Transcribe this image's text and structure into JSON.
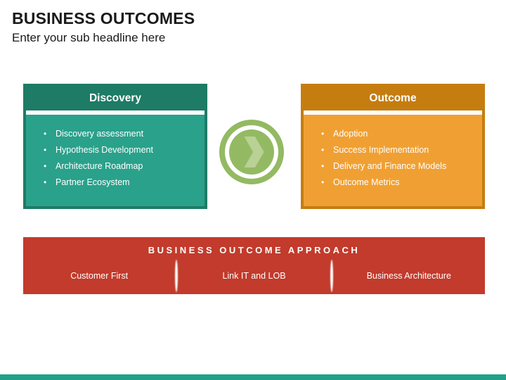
{
  "header": {
    "title": "BUSINESS OUTCOMES",
    "subtitle": "Enter your sub headline here"
  },
  "cards": {
    "discovery": {
      "title": "Discovery",
      "items": [
        "Discovery assessment",
        "Hypothesis Development",
        "Architecture Roadmap",
        "Partner Ecosystem"
      ],
      "header_color": "#1e7b66",
      "body_color": "#2aa18b"
    },
    "outcome": {
      "title": "Outcome",
      "items": [
        "Adoption",
        "Success Implementation",
        "Delivery and Finance Models",
        "Outcome Metrics"
      ],
      "header_color": "#c57d10",
      "body_color": "#f0a033"
    }
  },
  "arrow": {
    "icon": "chevron-right-circle-icon",
    "circle_color": "#93ba63",
    "chevron_color": "#b9d194"
  },
  "banner": {
    "title": "BUSINESS OUTCOME APPROACH",
    "items": [
      "Customer First",
      "Link IT and LOB",
      "Business Architecture"
    ],
    "background_color": "#c23b2c",
    "text_color": "#ffffff"
  },
  "footer": {
    "bar_color": "#21a189"
  }
}
